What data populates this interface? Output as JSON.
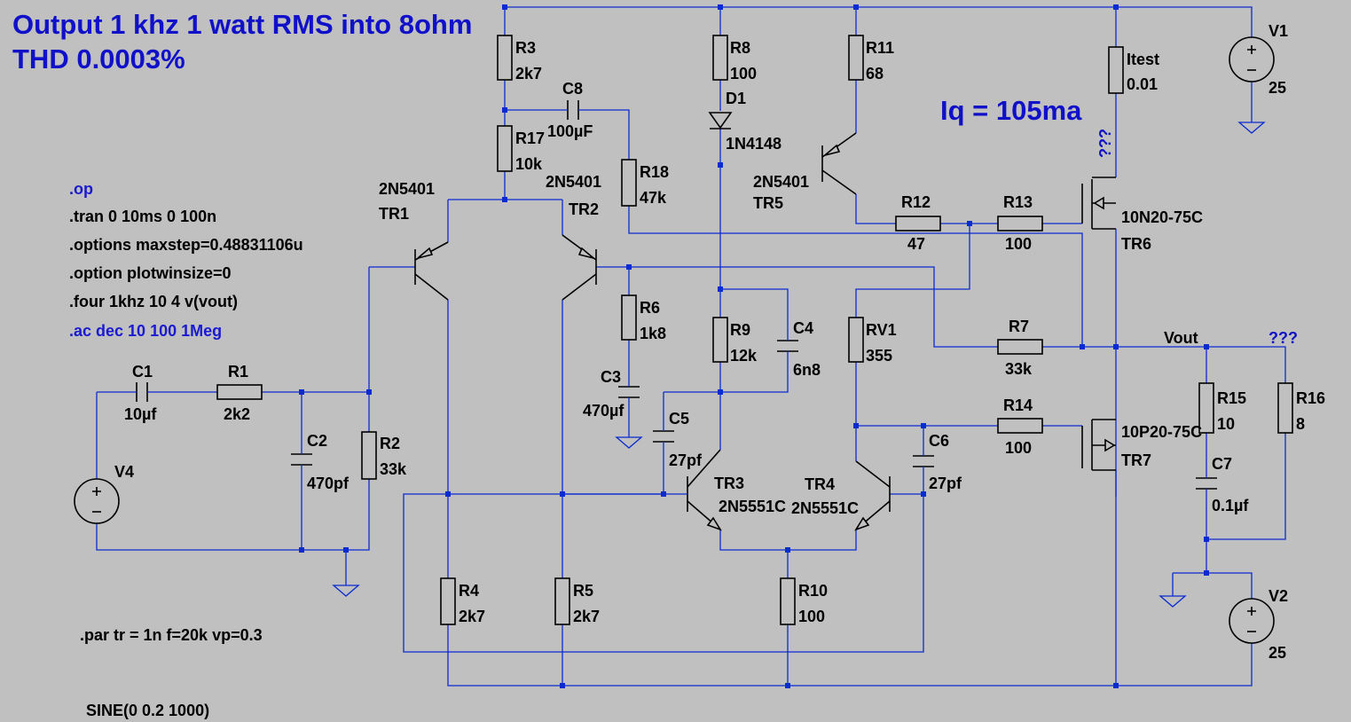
{
  "annotations": {
    "title_line1": "Output 1 khz 1 watt RMS into 8ohm",
    "title_line2": "THD 0.0003%",
    "iq": "Iq = 105ma",
    "unknown1": "???",
    "unknown2": "???"
  },
  "directives": {
    "op": ".op",
    "tran": ".tran 0 10ms 0 100n",
    "options": ".options maxstep=0.48831106u",
    "plotwin": ".option plotwinsize=0",
    "four": ".four 1khz 10 4 v(vout)",
    "ac": ".ac dec 10 100 1Meg",
    "par": ".par tr = 1n f=20k vp=0.3",
    "sine": "SINE(0 0.2 1000)"
  },
  "nets": {
    "vout": "Vout"
  },
  "components": {
    "R3": {
      "name": "R3",
      "value": "2k7"
    },
    "R17": {
      "name": "R17",
      "value": "10k"
    },
    "C8": {
      "name": "C8",
      "value": "100µF"
    },
    "R8": {
      "name": "R8",
      "value": "100"
    },
    "D1": {
      "name": "D1",
      "value": "1N4148"
    },
    "R11": {
      "name": "R11",
      "value": "68"
    },
    "Itest": {
      "name": "Itest",
      "value": "0.01"
    },
    "V1": {
      "name": "V1",
      "value": "25"
    },
    "R18": {
      "name": "R18",
      "value": "47k"
    },
    "TR1": {
      "name": "TR1",
      "model": "2N5401"
    },
    "TR2": {
      "name": "TR2",
      "model": "2N5401"
    },
    "TR5": {
      "name": "TR5",
      "model": "2N5401"
    },
    "R12": {
      "name": "R12",
      "value": "47"
    },
    "R13": {
      "name": "R13",
      "value": "100"
    },
    "TR6": {
      "name": "TR6",
      "model": "10N20-75C"
    },
    "R6": {
      "name": "R6",
      "value": "1k8"
    },
    "C3": {
      "name": "C3",
      "value": "470µf"
    },
    "R9": {
      "name": "R9",
      "value": "12k"
    },
    "C4": {
      "name": "C4",
      "value": "6n8"
    },
    "RV1": {
      "name": "RV1",
      "value": "355"
    },
    "R7": {
      "name": "R7",
      "value": "33k"
    },
    "C1": {
      "name": "C1",
      "value": "10µf"
    },
    "R1": {
      "name": "R1",
      "value": "2k2"
    },
    "C2": {
      "name": "C2",
      "value": "470pf"
    },
    "R2": {
      "name": "R2",
      "value": "33k"
    },
    "V4": {
      "name": "V4"
    },
    "C5": {
      "name": "C5",
      "value": "27pf"
    },
    "TR3": {
      "name": "TR3",
      "model": "2N5551C"
    },
    "TR4": {
      "name": "TR4",
      "model": "2N5551C"
    },
    "C6": {
      "name": "C6",
      "value": "27pf"
    },
    "R14": {
      "name": "R14",
      "value": "100"
    },
    "TR7": {
      "name": "TR7",
      "model": "10P20-75C"
    },
    "R15": {
      "name": "R15",
      "value": "10"
    },
    "C7": {
      "name": "C7",
      "value": "0.1µf"
    },
    "R16": {
      "name": "R16",
      "value": "8"
    },
    "R4": {
      "name": "R4",
      "value": "2k7"
    },
    "R5": {
      "name": "R5",
      "value": "2k7"
    },
    "R10": {
      "name": "R10",
      "value": "100"
    },
    "V2": {
      "name": "V2",
      "value": "25"
    }
  }
}
